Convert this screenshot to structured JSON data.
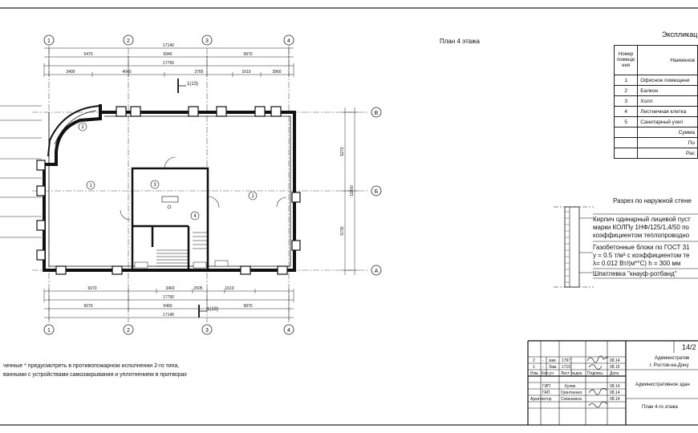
{
  "sheet": {
    "plan_title": "План 4 этажа",
    "explication_title": "Экспликаци",
    "section_title": "Разрез по наружной стене"
  },
  "axes": {
    "columns": [
      "1",
      "2",
      "3",
      "4"
    ],
    "rows": [
      "В",
      "Б",
      "А"
    ]
  },
  "dimensions": {
    "top_total": "17790",
    "top_total2": "17140",
    "top_parts": [
      "5470",
      "5940",
      "5870"
    ],
    "top_sub": [
      "3400",
      "4040",
      "2765",
      "1610",
      "3960"
    ],
    "bottom_total": "17790",
    "bottom_total2": "17140",
    "bottom_parts": [
      "6070",
      "5460",
      "5870"
    ],
    "bottom_sub": [
      "6070",
      "3460",
      "2605",
      "1610"
    ],
    "right_total": "11800",
    "right_parts": [
      "5270",
      "5730"
    ]
  },
  "rooms": [
    {
      "id": "1",
      "tag": "1"
    },
    {
      "id": "1b",
      "tag": "1"
    },
    {
      "id": "2",
      "tag": "2"
    },
    {
      "id": "3",
      "tag": "3"
    },
    {
      "id": "4",
      "tag": "4"
    }
  ],
  "section_marks": [
    "1(13)",
    "1(13)"
  ],
  "explication": {
    "header_num": "Номер помеще ния",
    "header_name": "Наименов",
    "rows": [
      {
        "num": "1",
        "name": "Офисное помещени"
      },
      {
        "num": "2",
        "name": "Балкон"
      },
      {
        "num": "3",
        "name": "Холл"
      },
      {
        "num": "4",
        "name": "Лестничная клетка"
      },
      {
        "num": "5",
        "name": "Санитарный узел"
      }
    ],
    "summary": [
      "Сумма",
      "По",
      "Рас"
    ]
  },
  "wall_section": {
    "layers": [
      [
        "Кирпич одинарный лицевой пуст",
        "марки КОЛПу 1НФ/125/1,4/50 по",
        "коэффициентом теплопроводно"
      ],
      [
        "Газобетонные блоки по ГОСТ 31",
        "у = 0.5 т/м³ с коэффициентом те",
        "λ= 0.012 Вт/(м*°С) h = 300 мм"
      ],
      [
        "Шпатлевка \"кнауф-ротбанд\""
      ]
    ]
  },
  "notes": [
    "ченные * предусмотреть в противопожарном исполнении 2-го типа,",
    "ванными с устройствами самозакрывания и уплотнением в притворах"
  ],
  "stamp": {
    "project_code": "14/2",
    "revisions": [
      [
        "2",
        "-",
        "зам",
        "1797",
        "",
        "08.14"
      ],
      [
        "1",
        "-",
        "Зам.",
        "1710",
        "",
        "08.15"
      ]
    ],
    "rev_header": [
      "Изм.",
      "Кол.уч",
      "Лист",
      "№док.",
      "Подпись",
      "Дата"
    ],
    "object": [
      "Административ",
      "г. Ростов-на-Дону"
    ],
    "people": [
      {
        "role": "ГИП",
        "name": "Кулик",
        "date": "08.14"
      },
      {
        "role": "ГАП",
        "name": "Гринтиенко",
        "date": "08.14"
      },
      {
        "role": "Архитектор",
        "name": "Семенкина",
        "date": "08.14"
      }
    ],
    "building": "Административное здан",
    "sheet_name": "План 4-го этажа"
  }
}
